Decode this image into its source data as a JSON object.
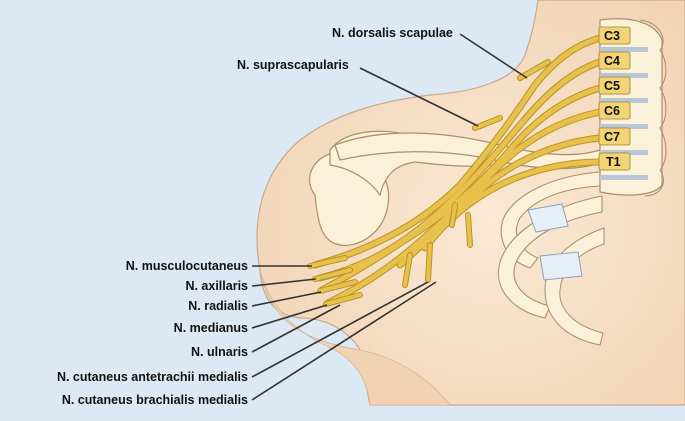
{
  "labels": {
    "dorsalis_scapulae": "N. dorsalis scapulae",
    "suprascapularis": "N. suprascapularis",
    "musculocutaneus": "N. musculocutaneus",
    "axillaris": "N. axillaris",
    "radialis": "N. radialis",
    "medianus": "N. medianus",
    "ulnaris": "N. ulnaris",
    "cutaneus_antebrachii": "N. cutaneus antetrachii medialis",
    "cutaneus_brachialis": "N. cutaneus brachialis medialis"
  },
  "vertebrae": [
    "C3",
    "C4",
    "C5",
    "C6",
    "C7",
    "T1"
  ],
  "colors": {
    "background": "#dce9f5",
    "skin": "#f5dcc0",
    "bone": "#fbf1d8",
    "nerve": "#e7c14c",
    "nerve_outline": "#b89426",
    "vertebra_label_bg": "#f2d477",
    "disc": "#b8c6d6"
  }
}
